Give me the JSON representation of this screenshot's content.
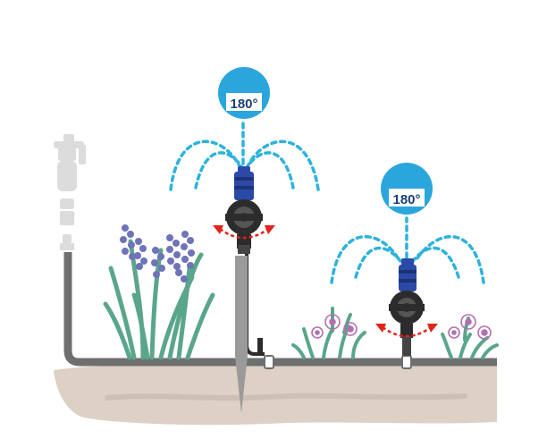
{
  "colors": {
    "background": "#ffffff",
    "pipe": "#6f6f6f",
    "soil": "#ddd0c5",
    "spray": "#2db3dc",
    "badge_fill": "#2aa6dd",
    "badge_panel": "#ffffff",
    "badge_text": "#1b3f77",
    "rotation_arrow": "#e2231a",
    "sprinkler_body": "#2c2c2c",
    "sprinkler_cap": "#2b4aa8",
    "faucet": "#dcdcdc",
    "leaf": "#5aa68a",
    "lavender": "#6f73b8",
    "allium": "#b36fae"
  },
  "sprinklers": [
    {
      "name": "tall-sprinkler",
      "angle_label": "180°",
      "mount": "stake"
    },
    {
      "name": "short-sprinkler",
      "angle_label": "180°",
      "mount": "inline"
    }
  ],
  "icons": [
    "faucet-icon",
    "rotation-arrow-icon",
    "spray-arc-icon"
  ]
}
